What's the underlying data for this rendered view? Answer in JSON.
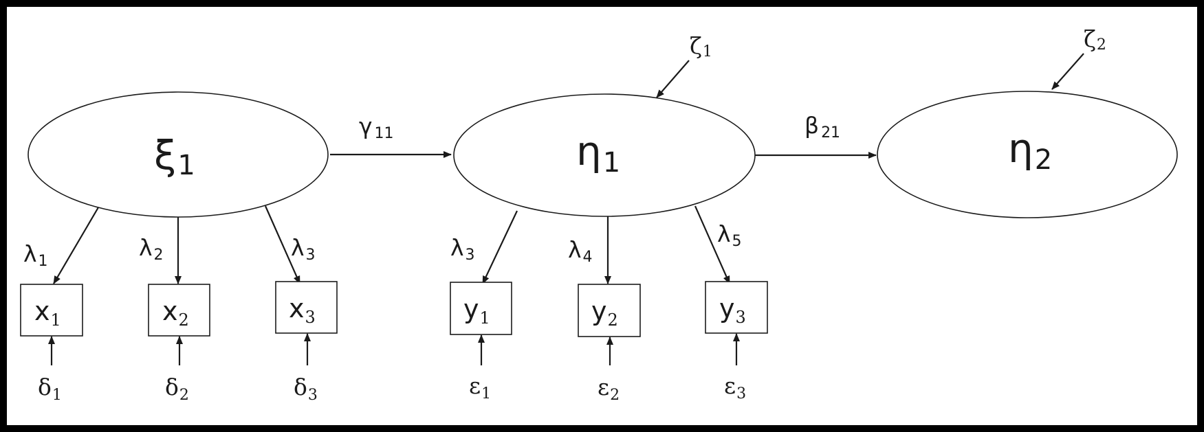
{
  "latents": [
    {
      "id": "xi1",
      "symbol": "ξ",
      "sub": "1"
    },
    {
      "id": "eta1",
      "symbol": "η",
      "sub": "1"
    },
    {
      "id": "eta2",
      "symbol": "η",
      "sub": "2"
    }
  ],
  "indicators": [
    {
      "id": "x1",
      "symbol": "x",
      "sub": "1",
      "error_symbol": "δ",
      "error_sub": "1"
    },
    {
      "id": "x2",
      "symbol": "x",
      "sub": "2",
      "error_symbol": "δ",
      "error_sub": "2"
    },
    {
      "id": "x3",
      "symbol": "x",
      "sub": "3",
      "error_symbol": "δ",
      "error_sub": "3"
    },
    {
      "id": "y1",
      "symbol": "y",
      "sub": "1",
      "error_symbol": "ε",
      "error_sub": "1"
    },
    {
      "id": "y2",
      "symbol": "y",
      "sub": "2",
      "error_symbol": "ε",
      "error_sub": "2"
    },
    {
      "id": "y3",
      "symbol": "y",
      "sub": "3",
      "error_symbol": "ε",
      "error_sub": "3"
    }
  ],
  "loadings": [
    {
      "from": "xi1",
      "to": "x1",
      "symbol": "λ",
      "sub": "1"
    },
    {
      "from": "xi1",
      "to": "x2",
      "symbol": "λ",
      "sub": "2"
    },
    {
      "from": "xi1",
      "to": "x3",
      "symbol": "λ",
      "sub": "3"
    },
    {
      "from": "eta1",
      "to": "y1",
      "symbol": "λ",
      "sub": "3"
    },
    {
      "from": "eta1",
      "to": "y2",
      "symbol": "λ",
      "sub": "4"
    },
    {
      "from": "eta1",
      "to": "y3",
      "symbol": "λ",
      "sub": "5"
    }
  ],
  "structural_paths": [
    {
      "from": "xi1",
      "to": "eta1",
      "symbol": "γ",
      "sub": "11"
    },
    {
      "from": "eta1",
      "to": "eta2",
      "symbol": "β",
      "sub": "21"
    }
  ],
  "disturbances": [
    {
      "target": "eta1",
      "symbol": "ζ",
      "sub": "1"
    },
    {
      "target": "eta2",
      "symbol": "ζ",
      "sub": "2"
    }
  ]
}
